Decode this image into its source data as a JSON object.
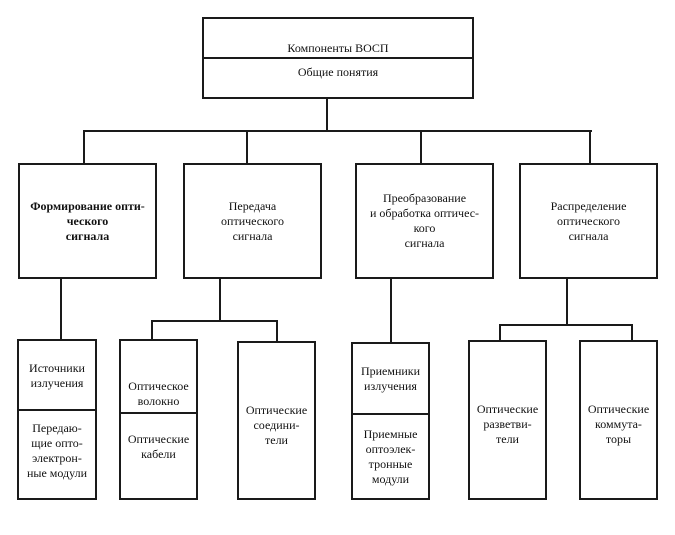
{
  "root": {
    "title": "Компоненты ВОСП",
    "subtitle": "Общие понятия"
  },
  "categories": [
    {
      "label": "Формирование опти-\nческого\nсигнала",
      "children": [
        {
          "top": "Источники\nизлучения",
          "bottom": "Передаю-\nщие опто-\nэлектрон-\nные модули"
        }
      ]
    },
    {
      "label": "Передача\nоптического\nсигнала",
      "children": [
        {
          "top": "Оптическое\nволокно",
          "bottom": "Оптические\nкабели"
        },
        {
          "label": "Оптические\nсоедини-\nтели"
        }
      ]
    },
    {
      "label": "Преобразование\nи обработка оптичес-\nкого\nсигнала",
      "children": [
        {
          "top": "Приемники\nизлучения",
          "bottom": "Приемные\nоптоэлек-\nтронные\nмодули"
        }
      ]
    },
    {
      "label": "Распределение\nоптического\nсигнала",
      "children": [
        {
          "label": "Оптические\nразветви-\nтели"
        },
        {
          "label": "Оптические\nкоммута-\nторы"
        }
      ]
    }
  ]
}
